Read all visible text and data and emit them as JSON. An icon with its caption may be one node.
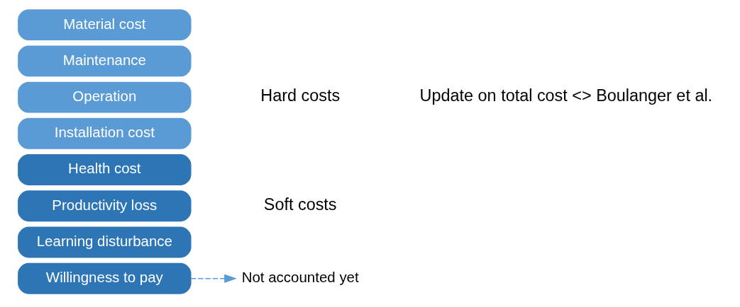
{
  "diagram": {
    "nodes": [
      {
        "text": [
          "Material cost"
        ]
      },
      {
        "text": [
          "Maintenance"
        ]
      },
      {
        "text": [
          "Operation"
        ]
      },
      {
        "text": [
          "Installation cost"
        ]
      },
      {
        "text": [
          "Health cost"
        ]
      },
      {
        "text": [
          "Productivity loss"
        ]
      },
      {
        "text": [
          "Learning disturbance"
        ]
      },
      {
        "text": [
          "Willingness to pay"
        ]
      },
      {
        "text": [
          "Not accounted yet"
        ]
      }
    ],
    "edges": [
      {
        "from": 7,
        "to": 8,
        "arrow": "to",
        "style": "dashed"
      }
    ],
    "labels": [
      "Hard costs",
      "Update on total cost <> Boulanger et al.",
      "Soft costs"
    ]
  }
}
